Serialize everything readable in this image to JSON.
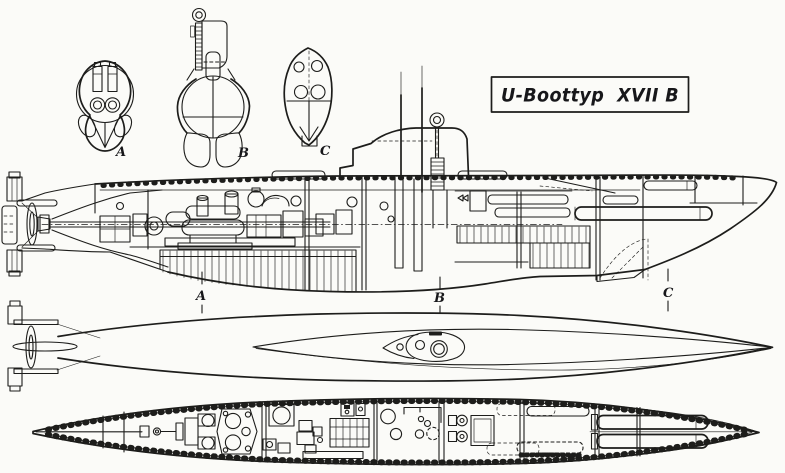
{
  "title": {
    "label": "U-Boottyp  XVII B"
  },
  "cross_sections": {
    "a": "A",
    "b": "B",
    "c": "C"
  },
  "section_markers": {
    "a": "A",
    "b": "B",
    "c": "C"
  },
  "palette": {
    "ink": "#1d1d1b",
    "paper": "#fbfbf8"
  }
}
